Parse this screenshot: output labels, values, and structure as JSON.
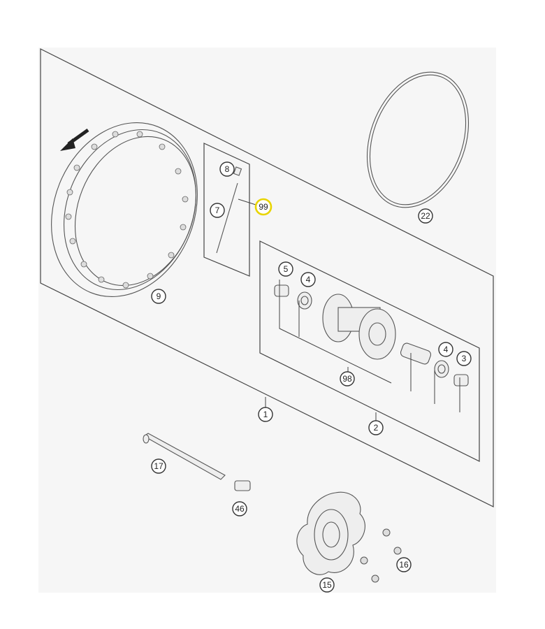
{
  "diagram": {
    "background": "#f6f6f6",
    "highlight_color": "#e8d400",
    "callouts": [
      {
        "id": "c-9",
        "label": "9"
      },
      {
        "id": "c-8",
        "label": "8"
      },
      {
        "id": "c-7",
        "label": "7"
      },
      {
        "id": "c-99",
        "label": "99",
        "highlight": true
      },
      {
        "id": "c-22",
        "label": "22"
      },
      {
        "id": "c-5",
        "label": "5"
      },
      {
        "id": "c-4a",
        "label": "4"
      },
      {
        "id": "c-4b",
        "label": "4"
      },
      {
        "id": "c-3",
        "label": "3"
      },
      {
        "id": "c-98",
        "label": "98"
      },
      {
        "id": "c-1",
        "label": "1"
      },
      {
        "id": "c-2",
        "label": "2"
      },
      {
        "id": "c-17",
        "label": "17"
      },
      {
        "id": "c-46",
        "label": "46"
      },
      {
        "id": "c-16",
        "label": "16"
      },
      {
        "id": "c-15",
        "label": "15"
      }
    ]
  }
}
